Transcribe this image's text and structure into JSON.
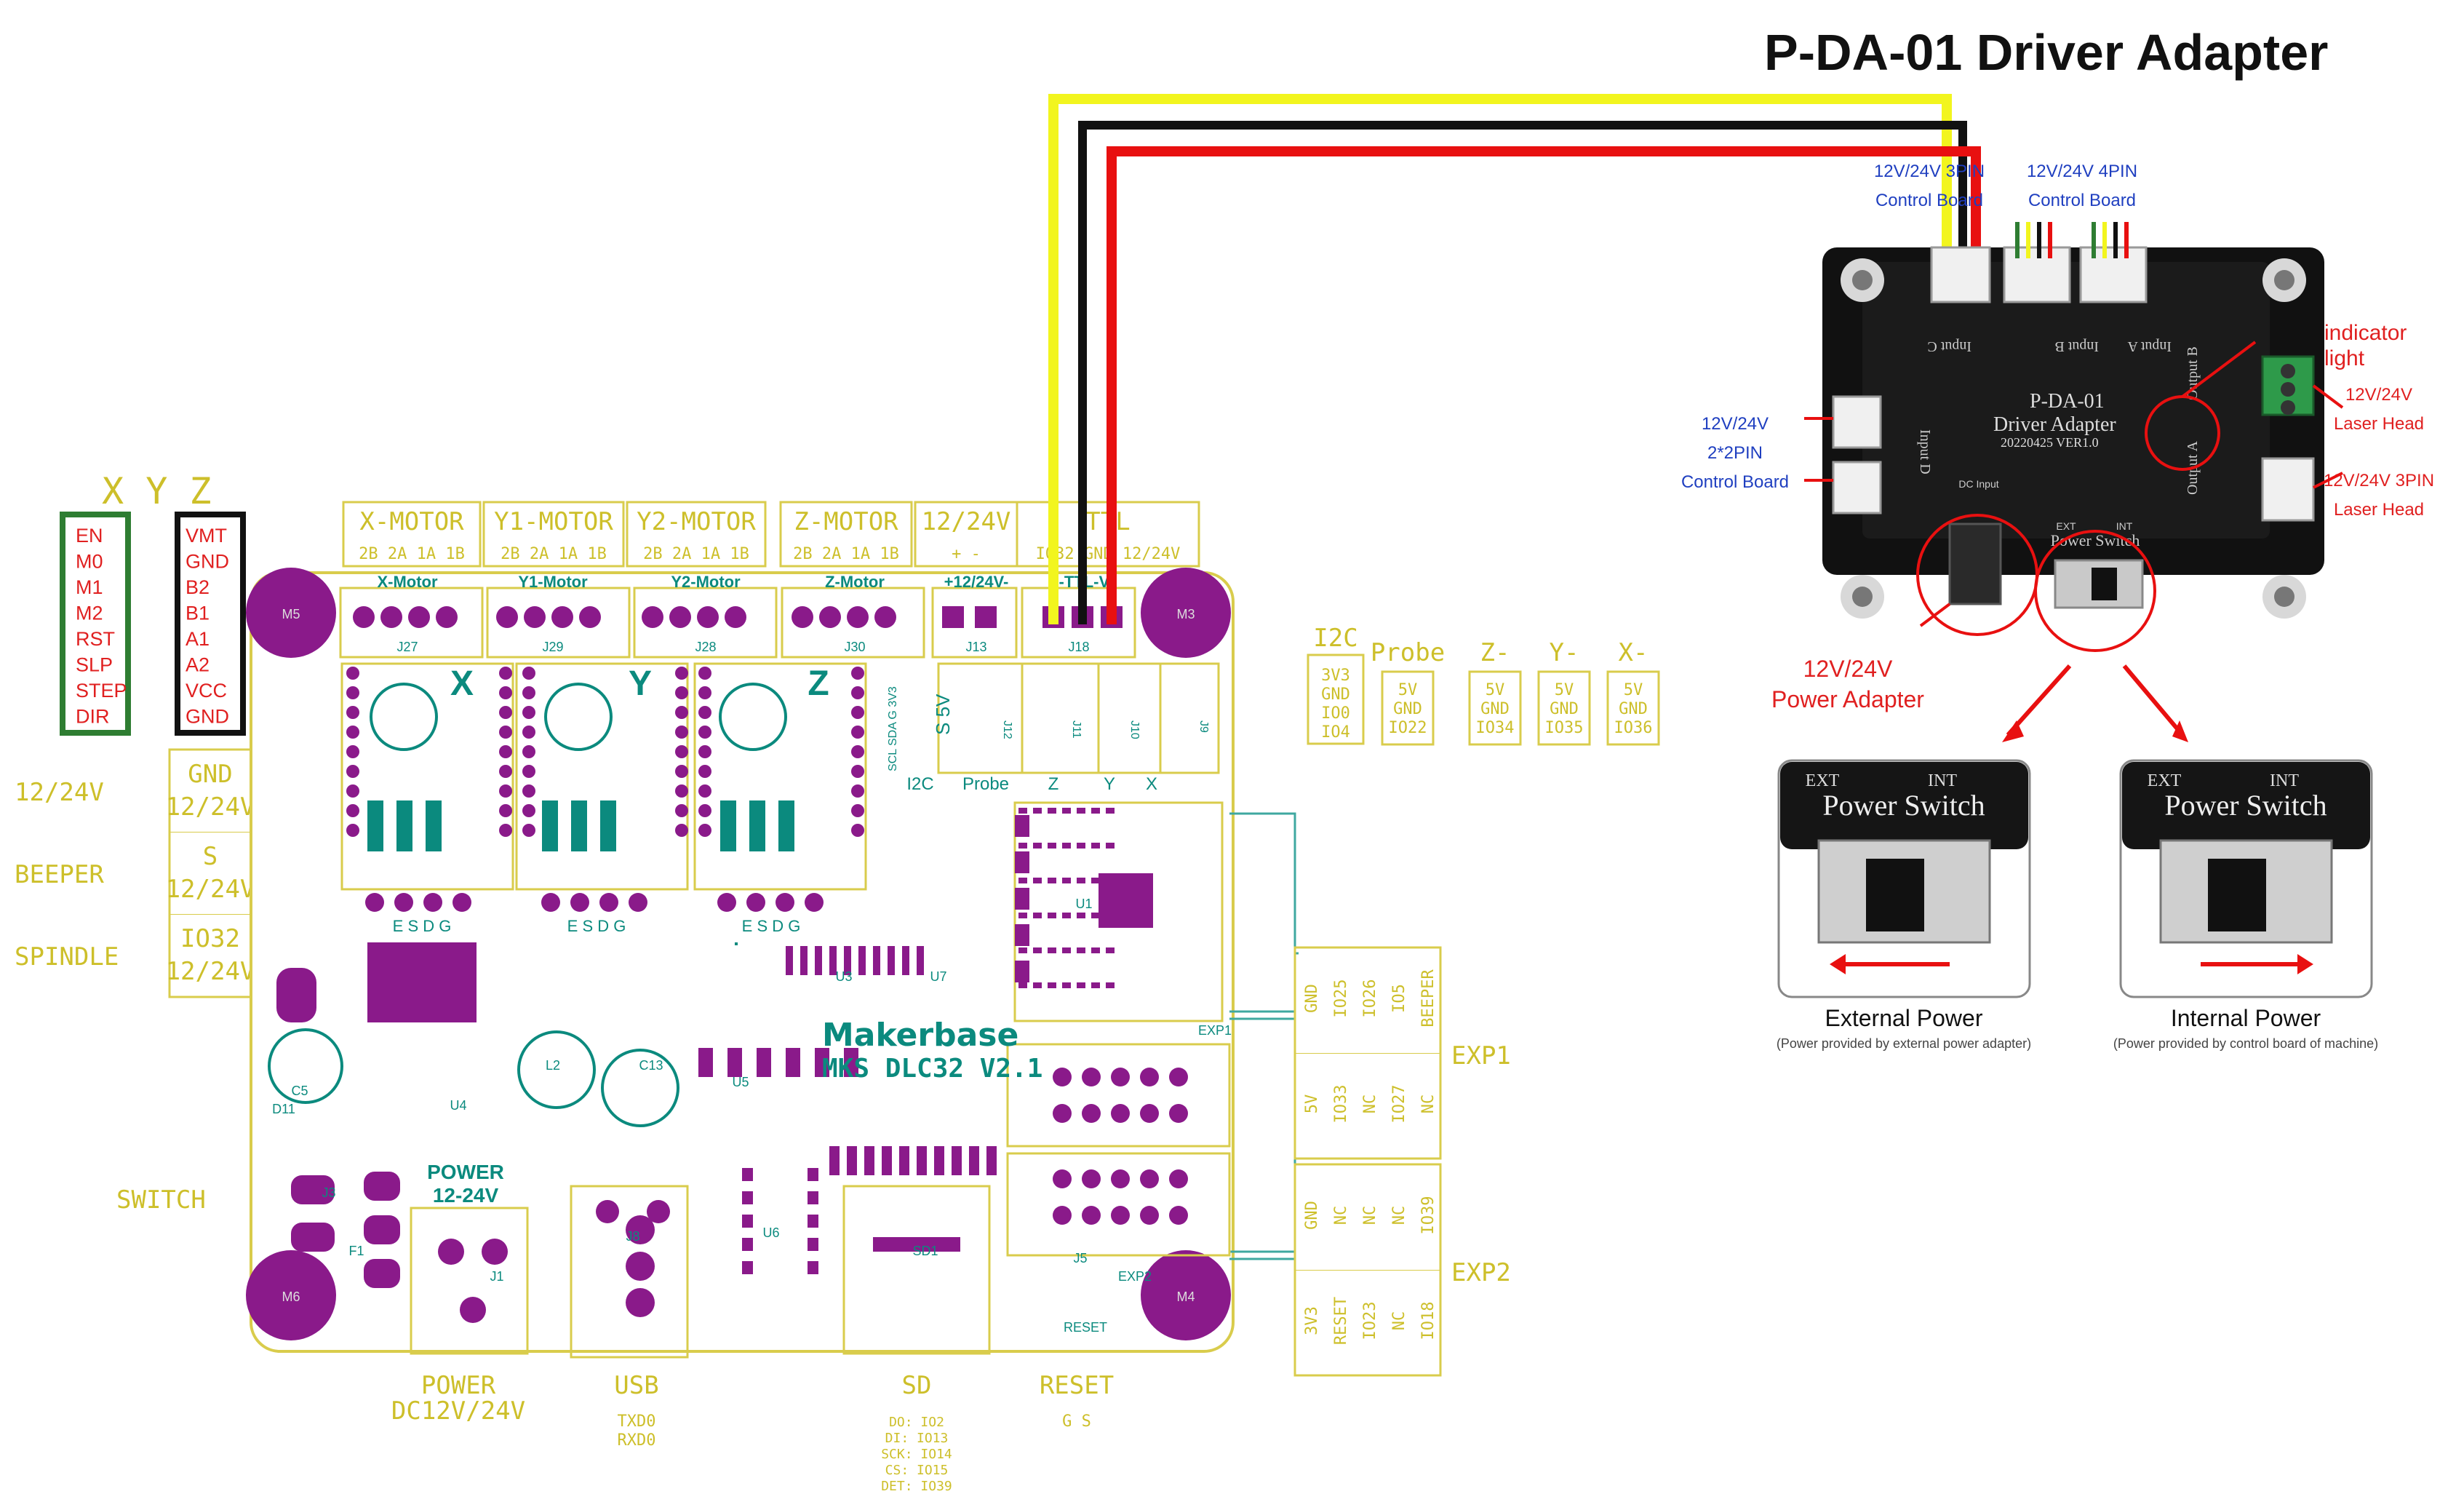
{
  "title": "P-DA-01 Driver Adapter",
  "xyz_header": "X Y Z",
  "stepper_left_pins": [
    "EN",
    "M0",
    "M1",
    "M2",
    "RST",
    "SLP",
    "STEP",
    "DIR"
  ],
  "stepper_right_pins": [
    "VMT",
    "GND",
    "B2",
    "B1",
    "A1",
    "A2",
    "VCC",
    "GND"
  ],
  "left_connectors": [
    {
      "label": "12/24V",
      "pins": [
        "GND",
        "12/24V"
      ]
    },
    {
      "label": "BEEPER",
      "pins": [
        "S",
        "12/24V"
      ]
    },
    {
      "label": "SPINDLE",
      "pins": [
        "IO32",
        "12/24V"
      ]
    }
  ],
  "switch_label": "SWITCH",
  "top_headers": [
    {
      "name": "X-MOTOR",
      "pins": "2B 2A 1A 1B"
    },
    {
      "name": "Y1-MOTOR",
      "pins": "2B 2A 1A 1B"
    },
    {
      "name": "Y2-MOTOR",
      "pins": "2B 2A 1A 1B"
    },
    {
      "name": "Z-MOTOR",
      "pins": "2B 2A 1A 1B"
    },
    {
      "name": "12/24V",
      "pins": "+     -"
    },
    {
      "name": "TTL",
      "pins": "IO32 GND 12/24V"
    }
  ],
  "board_motor_labels": [
    "X-Motor",
    "Y1-Motor",
    "Y2-Motor",
    "Z-Motor",
    "+12/24V-",
    "S-TTL-V"
  ],
  "board_connector_refs": [
    "J27",
    "J29",
    "J28",
    "J30",
    "J13",
    "J18"
  ],
  "axis_letters": [
    "X",
    "Y",
    "Z"
  ],
  "mount_holes": [
    "M5",
    "M3",
    "M6",
    "M4"
  ],
  "board_brand": "Makerbase",
  "board_model": "MKS DLC32 V2.1",
  "board_small_labels": [
    "I2C",
    "Probe",
    "Z",
    "Y",
    "X",
    "SCL SDA G 3V3",
    "S 5V",
    "J12",
    "J11",
    "J10",
    "J9",
    "U1",
    "U3",
    "U7",
    "U5",
    "U4",
    "U6",
    "L2",
    "C13",
    "C5",
    "SD1",
    "J5",
    "J3",
    "J1",
    "J8",
    "F1",
    "D11",
    "EXP1",
    "EXP2",
    "RESET",
    "POWER",
    "12-24V",
    "E S D G"
  ],
  "right_groups": [
    {
      "name": "I2C",
      "pins": [
        "3V3",
        "GND",
        "IO0",
        "IO4"
      ]
    },
    {
      "name": "Probe",
      "pins": [
        "5V",
        "GND",
        "IO22"
      ]
    },
    {
      "name": "Z-",
      "pins": [
        "5V",
        "GND",
        "IO34"
      ]
    },
    {
      "name": "Y-",
      "pins": [
        "5V",
        "GND",
        "IO35"
      ]
    },
    {
      "name": "X-",
      "pins": [
        "5V",
        "GND",
        "IO36"
      ]
    }
  ],
  "exp1": {
    "label": "EXP1",
    "row1": [
      "GND",
      "IO25",
      "IO26",
      "IO5",
      "BEEPER"
    ],
    "row2": [
      "5V",
      "IO33",
      "NC",
      "IO27",
      "NC"
    ]
  },
  "exp2": {
    "label": "EXP2",
    "row1": [
      "GND",
      "NC",
      "NC",
      "NC",
      "IO39"
    ],
    "row2": [
      "3V3",
      "RESET",
      "IO23",
      "NC",
      "IO18"
    ]
  },
  "bottom_labels": [
    {
      "title": "POWER",
      "sub": "DC12V/24V"
    },
    {
      "title": "USB",
      "sub": "TXD0\nRXD0"
    },
    {
      "title": "SD",
      "sub": "DO: IO2\nDI: IO13\nSCK: IO14\nCS: IO15\nDET: IO39"
    },
    {
      "title": "RESET",
      "sub": "G  S"
    }
  ],
  "adapter": {
    "top_left_label": [
      "12V/24V 3PIN",
      "Control Board"
    ],
    "top_right_label": [
      "12V/24V 4PIN",
      "Control Board"
    ],
    "left_label": [
      "12V/24V",
      "2*2PIN",
      "Control Board"
    ],
    "indicator": [
      "indicator",
      "light"
    ],
    "right_top": [
      "12V/24V",
      "Laser Head"
    ],
    "right_bottom": [
      "12V/24V 3PIN",
      "Laser Head"
    ],
    "power_adapter": [
      "12V/24V",
      "Power Adapter"
    ],
    "board_text": [
      "P-DA-01",
      "Driver Adapter",
      "20220425 VER1.0"
    ],
    "board_ports": [
      "Input C",
      "Input B",
      "Input A",
      "Input D",
      "Output B",
      "Output A",
      "DC Input",
      "Power Switch",
      "EXT",
      "INT"
    ]
  },
  "switch_panels": [
    {
      "ext": "EXT",
      "int": "INT",
      "title": "Power Switch",
      "caption": "External Power",
      "note": "(Power provided by external power adapter)",
      "arrow": "left"
    },
    {
      "ext": "EXT",
      "int": "INT",
      "title": "Power Switch",
      "caption": "Internal Power",
      "note": "(Power provided by control board of machine)",
      "arrow": "right"
    }
  ],
  "colors": {
    "silk": "#cdbf2a",
    "pad": "#8a1a8a",
    "teal": "#0b8a7e",
    "wire_yellow": "#f2f51e",
    "wire_black": "#111111",
    "wire_red": "#e81010",
    "label_red": "#e02020",
    "label_blue": "#1f3fc0"
  }
}
